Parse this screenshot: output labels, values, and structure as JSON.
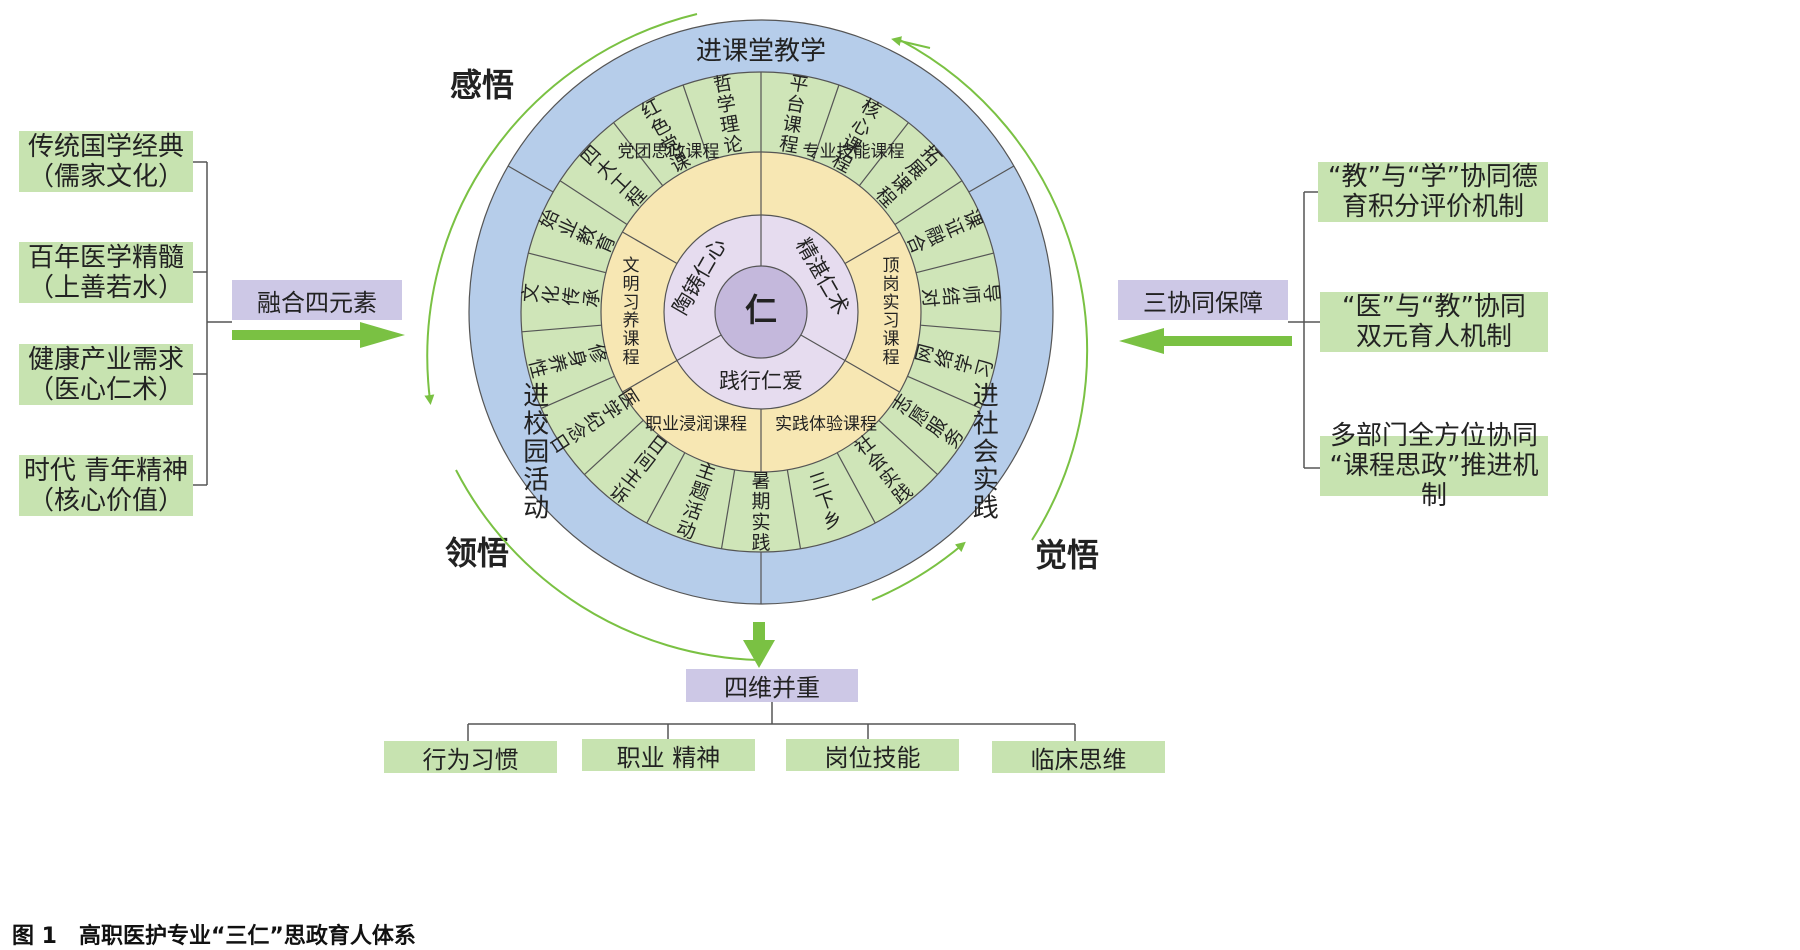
{
  "left": {
    "items": [
      {
        "line1": "传统国学经典",
        "line2": "（儒家文化）"
      },
      {
        "line1": "百年医学精髓",
        "line2": "（上善若水）"
      },
      {
        "line1": "健康产业需求",
        "line2": "（医心仁术）"
      },
      {
        "line1": "时代 青年精神",
        "line2": "（核心价值）"
      }
    ],
    "label": "融合四元素"
  },
  "right": {
    "items": [
      {
        "line1": "“教”与“学”协同德",
        "line2": "育积分评价机制"
      },
      {
        "line1": "“医”与“教”协同",
        "line2": "双元育人机制"
      },
      {
        "line1": "多部门全方位协同",
        "line2": "“课程思政”推进机制"
      }
    ],
    "label": "三协同保障"
  },
  "bottom": {
    "label": "四维并重",
    "items": [
      "行为习惯",
      "职业 精神",
      "岗位技能",
      "临床思维"
    ]
  },
  "corners": {
    "top_left": "感悟",
    "bottom_left": "领悟",
    "bottom_right": "觉悟"
  },
  "wheel": {
    "center": "仁",
    "inner": [
      "陶铸仁心",
      "精湛仁术",
      "践行仁爱"
    ],
    "middle": {
      "top_left": "党团思政课程",
      "top_right": "专业技能课程",
      "left": "文明习养课程",
      "right": "顶岗实习课程",
      "bottom_left": "职业浸润课程",
      "bottom_right": "实践体验课程"
    },
    "outer_segments": [
      "平台课程",
      "核心课程",
      "拓展课程",
      "课证融合",
      "导师结对",
      "网络学习",
      "志愿服务",
      "社会实践",
      "三下乡",
      "暑期实践",
      "主题活动",
      "日间主诉",
      "医学纪念日",
      "修身养性",
      "文化传承",
      "始业教育",
      "四大工程",
      "红色党课",
      "哲学理论"
    ],
    "ring": {
      "top": "进课堂教学",
      "left": "进校园活动",
      "right": "进社会实践"
    }
  },
  "caption": "图 1　高职医护专业“三仁”思政育人体系",
  "colors": {
    "green_box": "#c7e3b0",
    "purple_box": "#cdc8e6",
    "ring_blue": "#b6cdea",
    "segment_green": "#cfe5b8",
    "course_yellow": "#f7e7b3",
    "inner_lilac": "#e6dcef",
    "center_purple": "#c4b8dc",
    "arrow_green": "#7ac143"
  }
}
